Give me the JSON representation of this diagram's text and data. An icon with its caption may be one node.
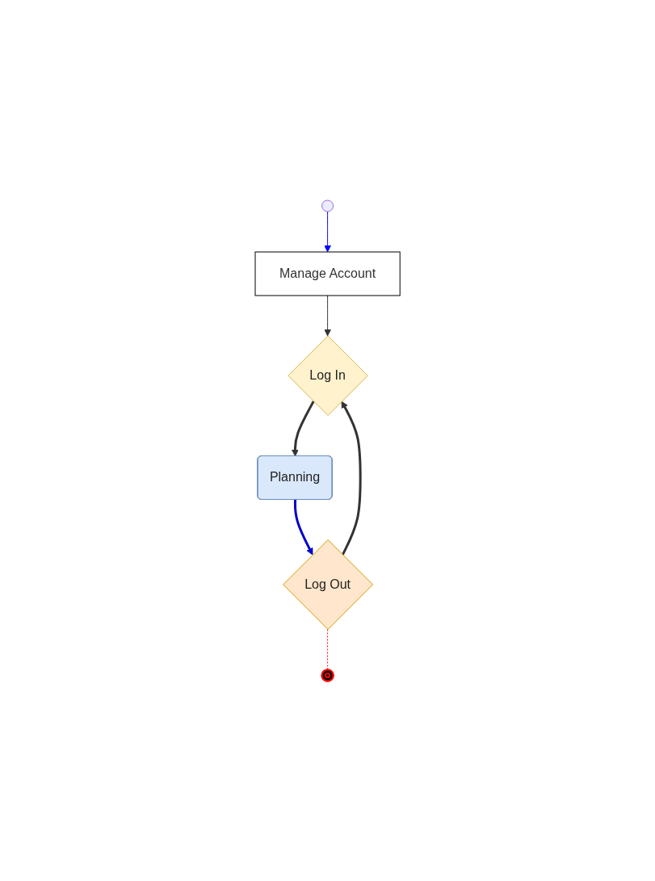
{
  "diagram": {
    "nodes": [
      {
        "text": [],
        "shape": "circle"
      },
      {
        "text": [
          "Manage Account"
        ]
      },
      {
        "text": [
          "Log In"
        ]
      },
      {
        "text": [
          "Planning"
        ]
      },
      {
        "text": [
          "Log Out"
        ]
      },
      {
        "text": [],
        "shape": "circle"
      }
    ],
    "edges": [
      {
        "from": 0,
        "to": 1,
        "arrow": "to",
        "color": "#0000ff"
      },
      {
        "from": 1,
        "to": 2,
        "arrow": "to"
      },
      {
        "from": 2,
        "to": 3,
        "arrow": "to",
        "style": "thick"
      },
      {
        "from": 3,
        "to": 4,
        "arrow": "to",
        "style": "thick",
        "color": "#0000cc"
      },
      {
        "from": 4,
        "to": 2,
        "arrow": "to",
        "style": "thick"
      },
      {
        "from": 4,
        "to": 5,
        "arrow": "none",
        "style": "dashed",
        "color": "#ff0000"
      }
    ]
  }
}
